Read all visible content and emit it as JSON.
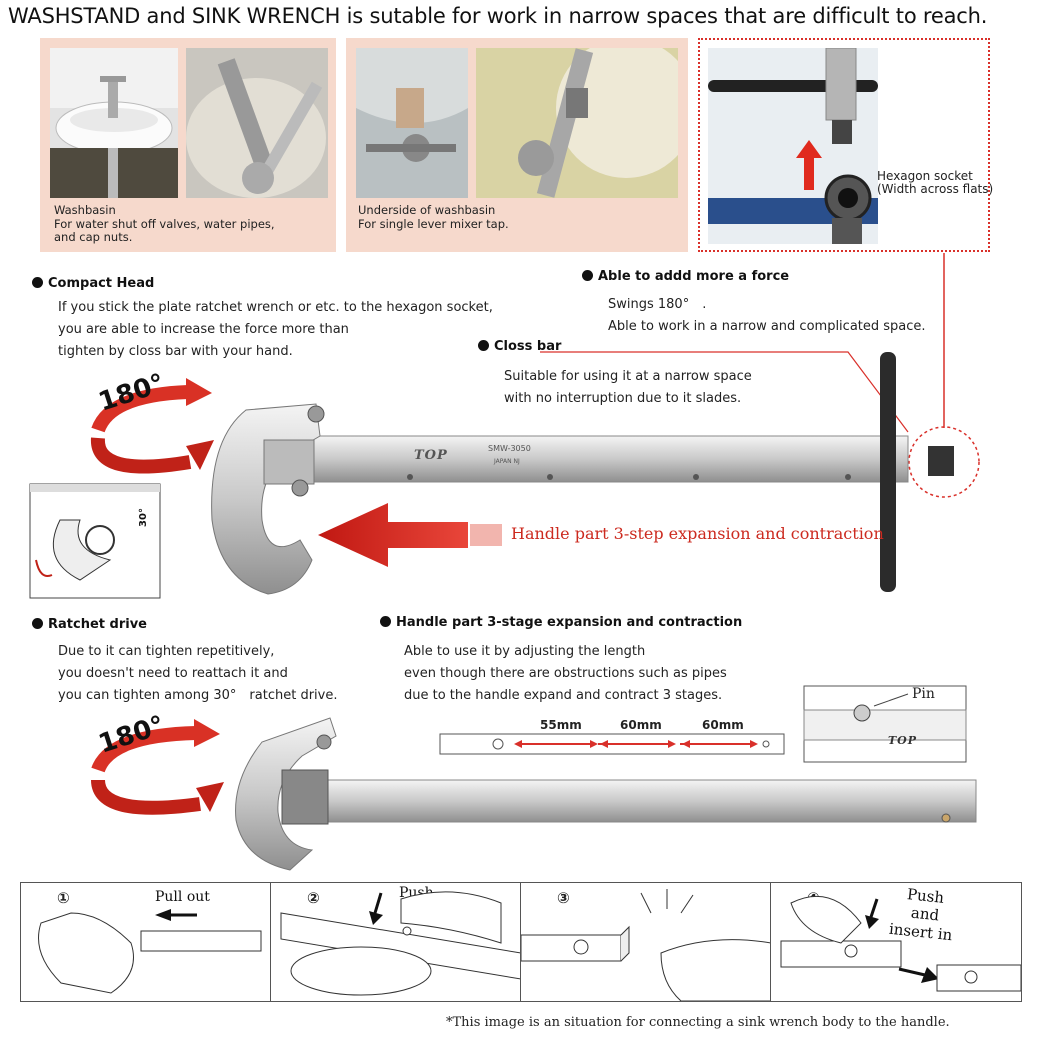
{
  "title": "WASHSTAND and SINK WRENCH is sutable for work in narrow spaces that are difficult to reach.",
  "panel_left": {
    "caption_title": "Washbasin",
    "caption_line1": "For water shut off valves, water pipes,",
    "caption_line2": "and cap nuts."
  },
  "panel_mid": {
    "caption_title": "Underside of washbasin",
    "caption_line1": "For single lever mixer tap."
  },
  "socket_panel": {
    "label_line1": "Hexagon socket",
    "label_line2": "(Width across flats)"
  },
  "compact_head": {
    "heading": "Compact Head",
    "line1": "If you stick the plate ratchet wrench or etc. to the hexagon socket,",
    "line2": "you are able to increase the force more than",
    "line3": "tighten by closs bar with your hand."
  },
  "force": {
    "heading": "Able to addd more a force",
    "line1": "Swings 180°　.",
    "line2": "Able to work in a narrow and complicated space."
  },
  "closs_bar": {
    "heading": "Closs bar",
    "line1": "Suitable for using it at a narrow space",
    "line2": "with no interruption due to it slades."
  },
  "wrench_top": {
    "angle": "180°",
    "engraving_brand": "TOP",
    "engraving_model": "SMW-3050",
    "engraving_origin": "JAPAN NJ",
    "inset_angle": "30°",
    "expansion_label": "Handle part 3-step expansion and contraction"
  },
  "ratchet": {
    "heading": "Ratchet drive",
    "line1": "Due to it can tighten repetitively,",
    "line2": "you doesn't need to reattach it and",
    "line3": "you can tighten among 30°　ratchet drive."
  },
  "stages": {
    "heading": "Handle part 3-stage expansion and contraction",
    "line1": "Able to use it by adjusting the length",
    "line2": "even though there are obstructions such as pipes",
    "line3": "due to the handle expand and contract 3 stages.",
    "dim1": "55mm",
    "dim2": "60mm",
    "dim3": "60mm",
    "pin_label": "Pin",
    "brand": "TOP"
  },
  "wrench_bottom": {
    "angle": "180°"
  },
  "steps": [
    {
      "num": "①",
      "text": "Pull out"
    },
    {
      "num": "②",
      "text": "Push"
    },
    {
      "num": "③",
      "text": ""
    },
    {
      "num": "④",
      "line1": "Push",
      "line2": "and",
      "line3": "insert in"
    }
  ],
  "footnote": "*This image is an situation for connecting a sink wrench body to the handle.",
  "colors": {
    "accent_red": "#cc2a1f",
    "panel_pink": "#f6d9cc",
    "dotted_red": "#d9302a"
  }
}
